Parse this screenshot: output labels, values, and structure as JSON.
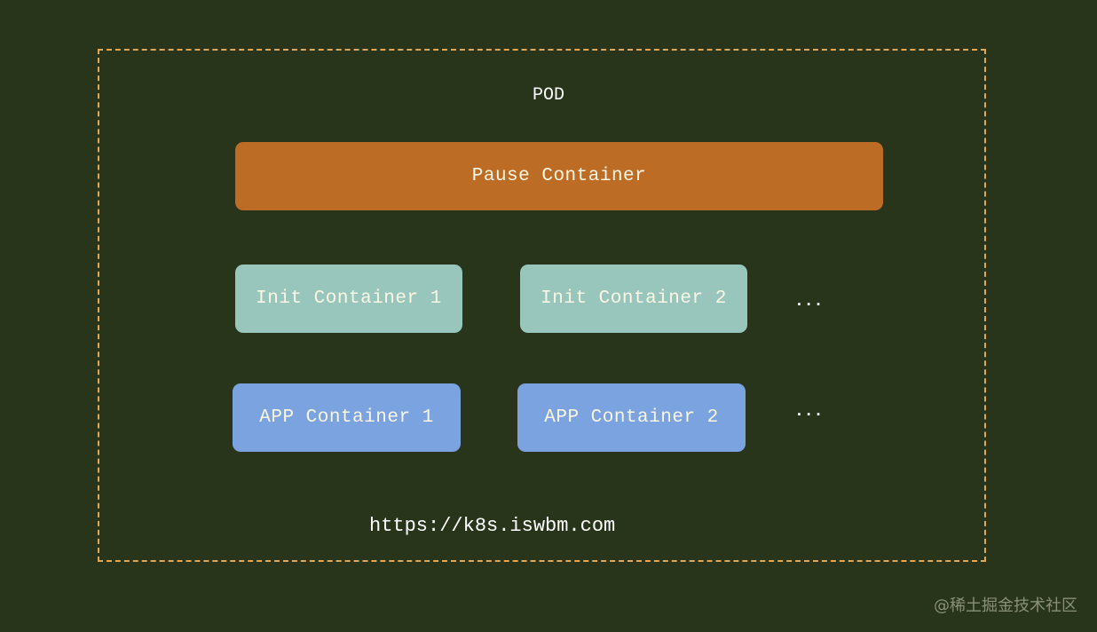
{
  "diagram": {
    "pod": {
      "label": "POD",
      "border_color": "#e0a858"
    },
    "pause_container": {
      "label": "Pause Container",
      "color": "#bd6c26"
    },
    "init_containers": [
      {
        "label": "Init Container 1",
        "color": "#98c6bc"
      },
      {
        "label": "Init Container 2",
        "color": "#98c6bc"
      }
    ],
    "init_more": "...",
    "app_containers": [
      {
        "label": "APP Container 1",
        "color": "#7aa3df"
      },
      {
        "label": "APP Container 2",
        "color": "#7aa3df"
      }
    ],
    "app_more": "...",
    "url": "https://k8s.iswbm.com",
    "background": "#29351a"
  },
  "watermark": "@稀土掘金技术社区"
}
